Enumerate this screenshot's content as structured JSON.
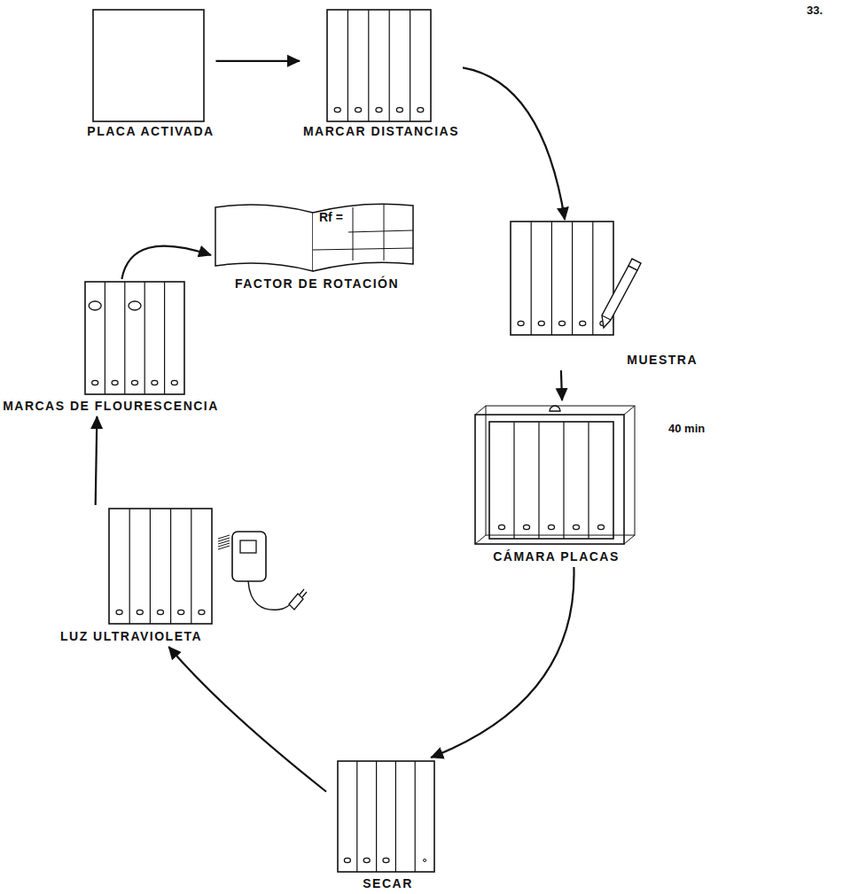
{
  "diagram": {
    "nodes": [
      {
        "text": [
          "PLACA ACTIVADA"
        ]
      },
      {
        "text": [
          "MARCAR DISTANCIAS"
        ]
      },
      {
        "text": [
          "MUESTRA"
        ]
      },
      {
        "text": [
          "CÁMARA PLACAS"
        ]
      },
      {
        "text": [
          "SECAR"
        ]
      },
      {
        "text": [
          "LUZ ULTRAVIOLETA"
        ]
      },
      {
        "text": [
          "MARCAS DE FLOURESCENCIA"
        ]
      },
      {
        "text": [
          "FACTOR DE ROTACIÓN"
        ]
      }
    ],
    "edges": [
      {
        "from": 0,
        "to": 1,
        "arrow": "to"
      },
      {
        "from": 1,
        "to": 2,
        "arrow": "to"
      },
      {
        "from": 2,
        "to": 3,
        "arrow": "to"
      },
      {
        "from": 3,
        "to": 4,
        "arrow": "to"
      },
      {
        "from": 4,
        "to": 5,
        "arrow": "to"
      },
      {
        "from": 5,
        "to": 6,
        "arrow": "to"
      },
      {
        "from": 6,
        "to": 7,
        "arrow": "to"
      }
    ],
    "labels": [
      "33.",
      "40 min",
      "Rf ="
    ]
  }
}
